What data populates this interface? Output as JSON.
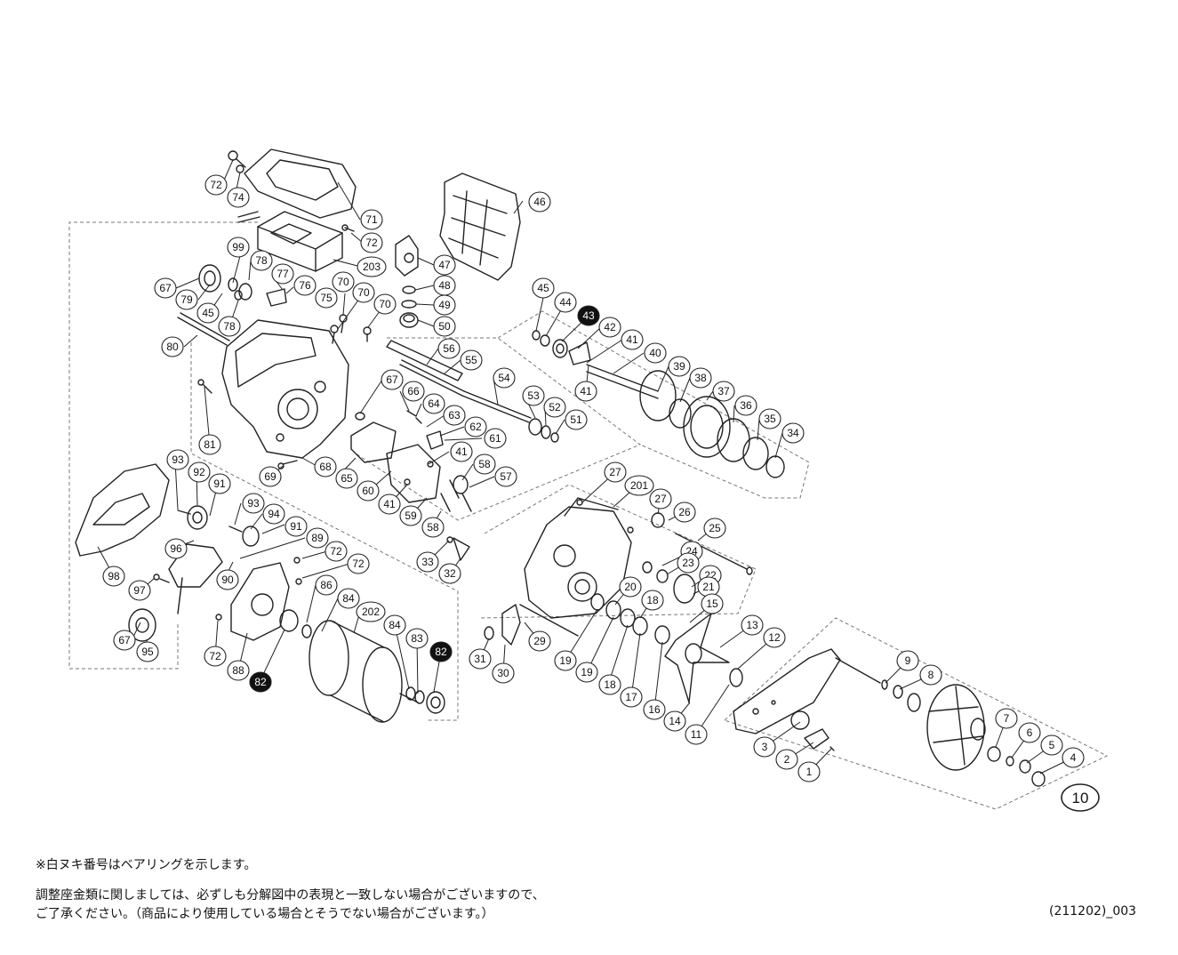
{
  "callouts": [
    {
      "num": "72",
      "bearing": false,
      "big": false
    },
    {
      "num": "74",
      "bearing": false,
      "big": false
    },
    {
      "num": "71",
      "bearing": false,
      "big": false
    },
    {
      "num": "72",
      "bearing": false,
      "big": false
    },
    {
      "num": "203",
      "bearing": false,
      "big": false
    },
    {
      "num": "99",
      "bearing": false,
      "big": false
    },
    {
      "num": "78",
      "bearing": false,
      "big": false
    },
    {
      "num": "77",
      "bearing": false,
      "big": false
    },
    {
      "num": "76",
      "bearing": false,
      "big": false
    },
    {
      "num": "75",
      "bearing": false,
      "big": false
    },
    {
      "num": "67",
      "bearing": false,
      "big": false
    },
    {
      "num": "79",
      "bearing": false,
      "big": false
    },
    {
      "num": "45",
      "bearing": false,
      "big": false
    },
    {
      "num": "78",
      "bearing": false,
      "big": false
    },
    {
      "num": "70",
      "bearing": false,
      "big": false
    },
    {
      "num": "70",
      "bearing": false,
      "big": false
    },
    {
      "num": "70",
      "bearing": false,
      "big": false
    },
    {
      "num": "80",
      "bearing": false,
      "big": false
    },
    {
      "num": "81",
      "bearing": false,
      "big": false
    },
    {
      "num": "46",
      "bearing": false,
      "big": false
    },
    {
      "num": "47",
      "bearing": false,
      "big": false
    },
    {
      "num": "48",
      "bearing": false,
      "big": false
    },
    {
      "num": "49",
      "bearing": false,
      "big": false
    },
    {
      "num": "50",
      "bearing": false,
      "big": false
    },
    {
      "num": "56",
      "bearing": false,
      "big": false
    },
    {
      "num": "55",
      "bearing": false,
      "big": false
    },
    {
      "num": "54",
      "bearing": false,
      "big": false
    },
    {
      "num": "53",
      "bearing": false,
      "big": false
    },
    {
      "num": "52",
      "bearing": false,
      "big": false
    },
    {
      "num": "51",
      "bearing": false,
      "big": false
    },
    {
      "num": "67",
      "bearing": false,
      "big": false
    },
    {
      "num": "66",
      "bearing": false,
      "big": false
    },
    {
      "num": "64",
      "bearing": false,
      "big": false
    },
    {
      "num": "63",
      "bearing": false,
      "big": false
    },
    {
      "num": "62",
      "bearing": false,
      "big": false
    },
    {
      "num": "61",
      "bearing": false,
      "big": false
    },
    {
      "num": "41",
      "bearing": false,
      "big": false
    },
    {
      "num": "58",
      "bearing": false,
      "big": false
    },
    {
      "num": "57",
      "bearing": false,
      "big": false
    },
    {
      "num": "68",
      "bearing": false,
      "big": false
    },
    {
      "num": "65",
      "bearing": false,
      "big": false
    },
    {
      "num": "60",
      "bearing": false,
      "big": false
    },
    {
      "num": "69",
      "bearing": false,
      "big": false
    },
    {
      "num": "41",
      "bearing": false,
      "big": false
    },
    {
      "num": "59",
      "bearing": false,
      "big": false
    },
    {
      "num": "58",
      "bearing": false,
      "big": false
    },
    {
      "num": "45",
      "bearing": false,
      "big": false
    },
    {
      "num": "44",
      "bearing": false,
      "big": false
    },
    {
      "num": "43",
      "bearing": true,
      "big": false
    },
    {
      "num": "42",
      "bearing": false,
      "big": false
    },
    {
      "num": "41",
      "bearing": false,
      "big": false
    },
    {
      "num": "40",
      "bearing": false,
      "big": false
    },
    {
      "num": "41",
      "bearing": false,
      "big": false
    },
    {
      "num": "39",
      "bearing": false,
      "big": false
    },
    {
      "num": "38",
      "bearing": false,
      "big": false
    },
    {
      "num": "37",
      "bearing": false,
      "big": false
    },
    {
      "num": "36",
      "bearing": false,
      "big": false
    },
    {
      "num": "35",
      "bearing": false,
      "big": false
    },
    {
      "num": "34",
      "bearing": false,
      "big": false
    },
    {
      "num": "93",
      "bearing": false,
      "big": false
    },
    {
      "num": "92",
      "bearing": false,
      "big": false
    },
    {
      "num": "91",
      "bearing": false,
      "big": false
    },
    {
      "num": "93",
      "bearing": false,
      "big": false
    },
    {
      "num": "94",
      "bearing": false,
      "big": false
    },
    {
      "num": "91",
      "bearing": false,
      "big": false
    },
    {
      "num": "89",
      "bearing": false,
      "big": false
    },
    {
      "num": "96",
      "bearing": false,
      "big": false
    },
    {
      "num": "98",
      "bearing": false,
      "big": false
    },
    {
      "num": "97",
      "bearing": false,
      "big": false
    },
    {
      "num": "90",
      "bearing": false,
      "big": false
    },
    {
      "num": "72",
      "bearing": false,
      "big": false
    },
    {
      "num": "72",
      "bearing": false,
      "big": false
    },
    {
      "num": "86",
      "bearing": false,
      "big": false
    },
    {
      "num": "84",
      "bearing": false,
      "big": false
    },
    {
      "num": "202",
      "bearing": false,
      "big": false
    },
    {
      "num": "67",
      "bearing": false,
      "big": false
    },
    {
      "num": "95",
      "bearing": false,
      "big": false
    },
    {
      "num": "72",
      "bearing": false,
      "big": false
    },
    {
      "num": "88",
      "bearing": false,
      "big": false
    },
    {
      "num": "82",
      "bearing": true,
      "big": false
    },
    {
      "num": "84",
      "bearing": false,
      "big": false
    },
    {
      "num": "83",
      "bearing": false,
      "big": false
    },
    {
      "num": "82",
      "bearing": true,
      "big": false
    },
    {
      "num": "27",
      "bearing": false,
      "big": false
    },
    {
      "num": "201",
      "bearing": false,
      "big": false
    },
    {
      "num": "27",
      "bearing": false,
      "big": false
    },
    {
      "num": "26",
      "bearing": false,
      "big": false
    },
    {
      "num": "25",
      "bearing": false,
      "big": false
    },
    {
      "num": "33",
      "bearing": false,
      "big": false
    },
    {
      "num": "32",
      "bearing": false,
      "big": false
    },
    {
      "num": "24",
      "bearing": false,
      "big": false
    },
    {
      "num": "23",
      "bearing": false,
      "big": false
    },
    {
      "num": "22",
      "bearing": false,
      "big": false
    },
    {
      "num": "21",
      "bearing": false,
      "big": false
    },
    {
      "num": "20",
      "bearing": false,
      "big": false
    },
    {
      "num": "18",
      "bearing": false,
      "big": false
    },
    {
      "num": "15",
      "bearing": false,
      "big": false
    },
    {
      "num": "29",
      "bearing": false,
      "big": false
    },
    {
      "num": "31",
      "bearing": false,
      "big": false
    },
    {
      "num": "30",
      "bearing": false,
      "big": false
    },
    {
      "num": "19",
      "bearing": false,
      "big": false
    },
    {
      "num": "19",
      "bearing": false,
      "big": false
    },
    {
      "num": "18",
      "bearing": false,
      "big": false
    },
    {
      "num": "17",
      "bearing": false,
      "big": false
    },
    {
      "num": "16",
      "bearing": false,
      "big": false
    },
    {
      "num": "14",
      "bearing": false,
      "big": false
    },
    {
      "num": "13",
      "bearing": false,
      "big": false
    },
    {
      "num": "12",
      "bearing": false,
      "big": false
    },
    {
      "num": "11",
      "bearing": false,
      "big": false
    },
    {
      "num": "9",
      "bearing": false,
      "big": false
    },
    {
      "num": "8",
      "bearing": false,
      "big": false
    },
    {
      "num": "7",
      "bearing": false,
      "big": false
    },
    {
      "num": "6",
      "bearing": false,
      "big": false
    },
    {
      "num": "5",
      "bearing": false,
      "big": false
    },
    {
      "num": "4",
      "bearing": false,
      "big": false
    },
    {
      "num": "3",
      "bearing": false,
      "big": false
    },
    {
      "num": "2",
      "bearing": false,
      "big": false
    },
    {
      "num": "1",
      "bearing": false,
      "big": false
    },
    {
      "num": "10",
      "bearing": false,
      "big": true
    }
  ],
  "notes": {
    "bearing_note": "※白ヌキ番号はベアリングを示します。",
    "adjust_note_1": "調整座金類に関しましては、必ずしも分解図中の表現と一致しない場合がございますので、",
    "adjust_note_2": "ご了承ください。（商品により使用している場合とそうでない場合がございます。）",
    "doc_ref": "(211202)_003"
  },
  "colors": {
    "line": "#222222",
    "bearing_fill": "#111111",
    "label_fill": "#ffffff",
    "dash": "#777777"
  }
}
